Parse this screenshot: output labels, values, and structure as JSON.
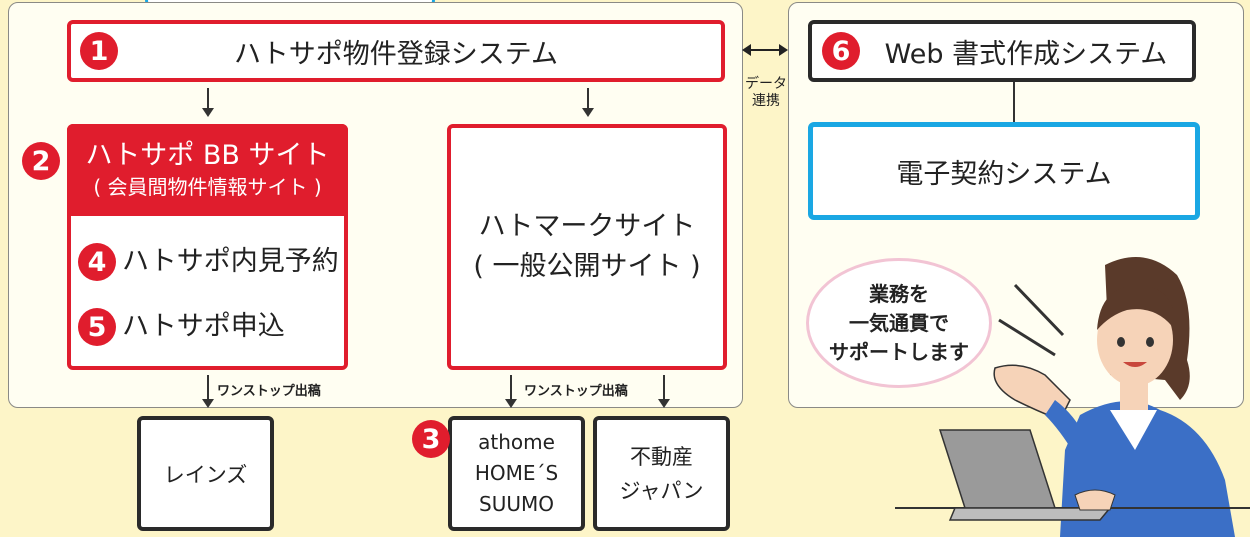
{
  "registration": {
    "num": "1",
    "label": "ハトサポ物件登録システム"
  },
  "web_form": {
    "num": "6",
    "label": "Web 書式作成システム"
  },
  "data_link": {
    "line1": "データ",
    "line2": "連携"
  },
  "e_contract": {
    "label": "電子契約システム"
  },
  "bb_site": {
    "num": "2",
    "title": "ハトサポ BB サイト",
    "subtitle": "( 会員間物件情報サイト )"
  },
  "preview": {
    "num": "4",
    "label": "ハトサポ内見予約"
  },
  "apply": {
    "num": "5",
    "label": "ハトサポ申込"
  },
  "hatomark": {
    "line1": "ハトマークサイト",
    "line2": "( 一般公開サイト )"
  },
  "onestop_left": "ワンストップ出稿",
  "onestop_right": "ワンストップ出稿",
  "reins": {
    "label": "レインズ"
  },
  "portals": {
    "num": "3",
    "lines": [
      "athome",
      "HOME´S",
      "SUUMO"
    ]
  },
  "fudosan": {
    "line1": "不動産",
    "line2": "ジャパン"
  },
  "speech": {
    "line1": "業務を",
    "line2": "一気通貫で",
    "line3": "サポートします"
  },
  "colors": {
    "red": "#e01d2d",
    "blue": "#1aa7e3",
    "background": "#fdf5c8"
  }
}
